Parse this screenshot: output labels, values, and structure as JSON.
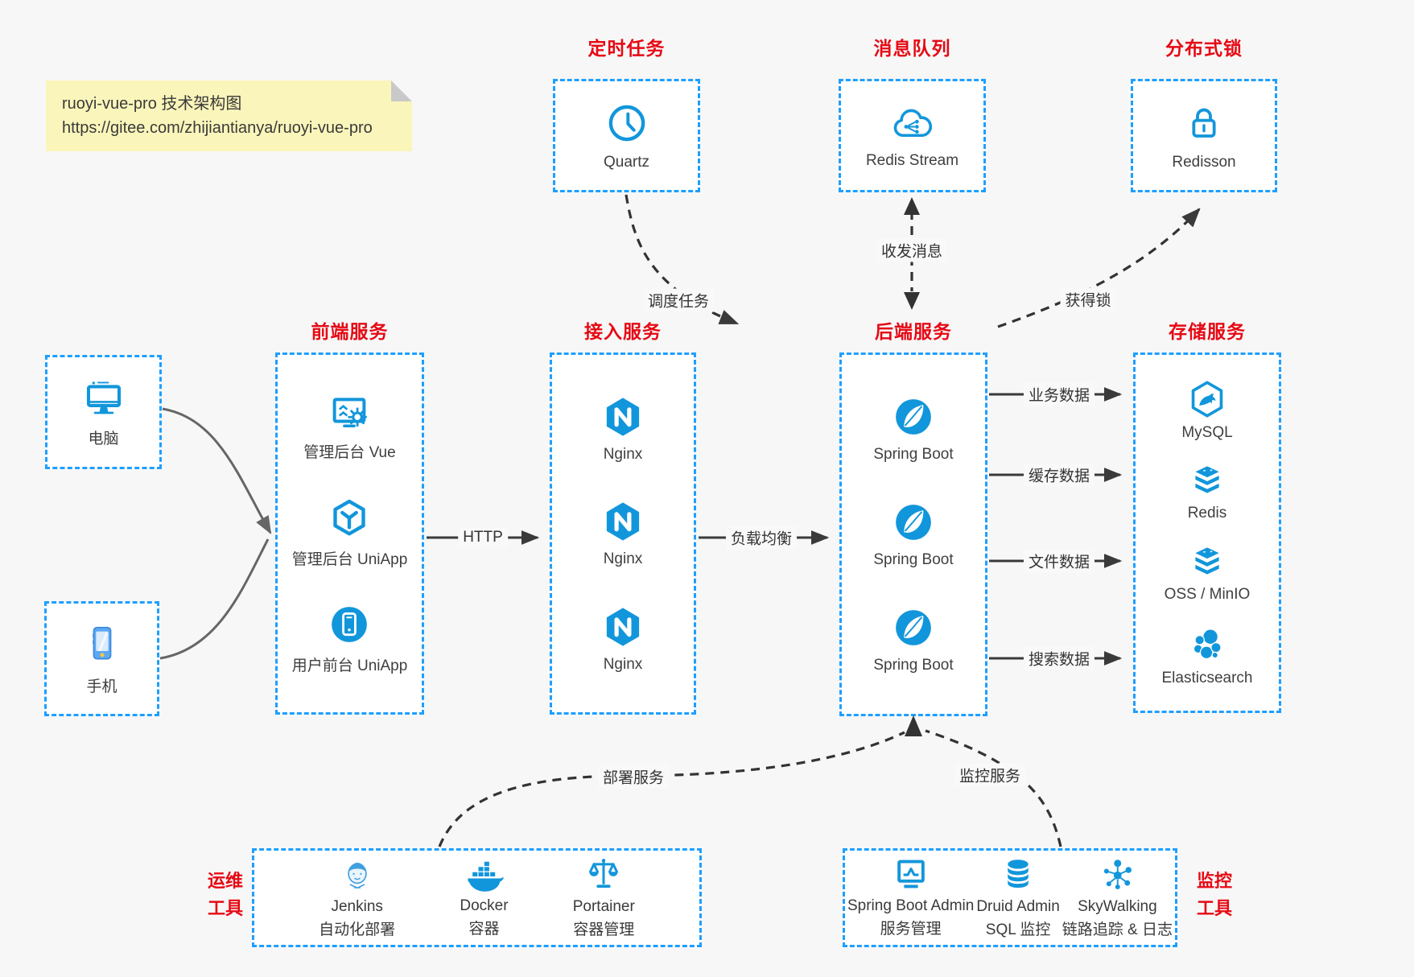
{
  "note": {
    "line1": "ruoyi-vue-pro 技术架构图",
    "line2": "https://gitee.com/zhijiantianya/ruoyi-vue-pro"
  },
  "colors": {
    "accent_blue": "#1296db",
    "border_blue": "#1e9fff",
    "title_red": "#e60914",
    "note_bg": "#faf5ba",
    "background": "#f7f7f7"
  },
  "top_groups": [
    {
      "title": "定时任务",
      "label": "Quartz",
      "icon": "clock-icon"
    },
    {
      "title": "消息队列",
      "label": "Redis Stream",
      "icon": "cloud-mq-icon"
    },
    {
      "title": "分布式锁",
      "label": "Redisson",
      "icon": "lock-icon"
    }
  ],
  "clients": [
    {
      "label": "电脑",
      "icon": "computer-icon"
    },
    {
      "label": "手机",
      "icon": "phone-icon"
    }
  ],
  "columns": {
    "frontend": {
      "title": "前端服务",
      "items": [
        {
          "label": "管理后台 Vue",
          "icon": "admin-vue-icon"
        },
        {
          "label": "管理后台 UniApp",
          "icon": "uniapp-cube-icon"
        },
        {
          "label": "用户前台 UniApp",
          "icon": "user-uniapp-icon"
        }
      ]
    },
    "access": {
      "title": "接入服务",
      "items": [
        {
          "label": "Nginx",
          "icon": "nginx-icon"
        },
        {
          "label": "Nginx",
          "icon": "nginx-icon"
        },
        {
          "label": "Nginx",
          "icon": "nginx-icon"
        }
      ]
    },
    "backend": {
      "title": "后端服务",
      "items": [
        {
          "label": "Spring Boot",
          "icon": "spring-boot-icon"
        },
        {
          "label": "Spring Boot",
          "icon": "spring-boot-icon"
        },
        {
          "label": "Spring Boot",
          "icon": "spring-boot-icon"
        }
      ]
    },
    "storage": {
      "title": "存储服务",
      "items": [
        {
          "label": "MySQL",
          "icon": "mysql-icon"
        },
        {
          "label": "Redis",
          "icon": "redis-icon"
        },
        {
          "label": "OSS / MinIO",
          "icon": "oss-icon"
        },
        {
          "label": "Elasticsearch",
          "icon": "elasticsearch-icon"
        }
      ]
    }
  },
  "bottom_groups": {
    "ops": {
      "title_line1": "运维",
      "title_line2": "工具",
      "items": [
        {
          "name": "Jenkins",
          "desc": "自动化部署",
          "icon": "jenkins-icon"
        },
        {
          "name": "Docker",
          "desc": "容器",
          "icon": "docker-icon"
        },
        {
          "name": "Portainer",
          "desc": "容器管理",
          "icon": "portainer-icon"
        }
      ]
    },
    "monitor": {
      "title_line1": "监控",
      "title_line2": "工具",
      "items": [
        {
          "name": "Spring Boot Admin",
          "desc": "服务管理",
          "icon": "sba-icon"
        },
        {
          "name": "Druid Admin",
          "desc": "SQL 监控",
          "icon": "druid-icon"
        },
        {
          "name": "SkyWalking",
          "desc": "链路追踪 & 日志",
          "icon": "skywalking-icon"
        }
      ]
    }
  },
  "edges": {
    "http": "HTTP",
    "load_balance": "负载均衡",
    "schedule": "调度任务",
    "message": "收发消息",
    "lock": "获得锁",
    "business_data": "业务数据",
    "cache_data": "缓存数据",
    "file_data": "文件数据",
    "search_data": "搜索数据",
    "deploy": "部署服务",
    "monitor": "监控服务"
  }
}
